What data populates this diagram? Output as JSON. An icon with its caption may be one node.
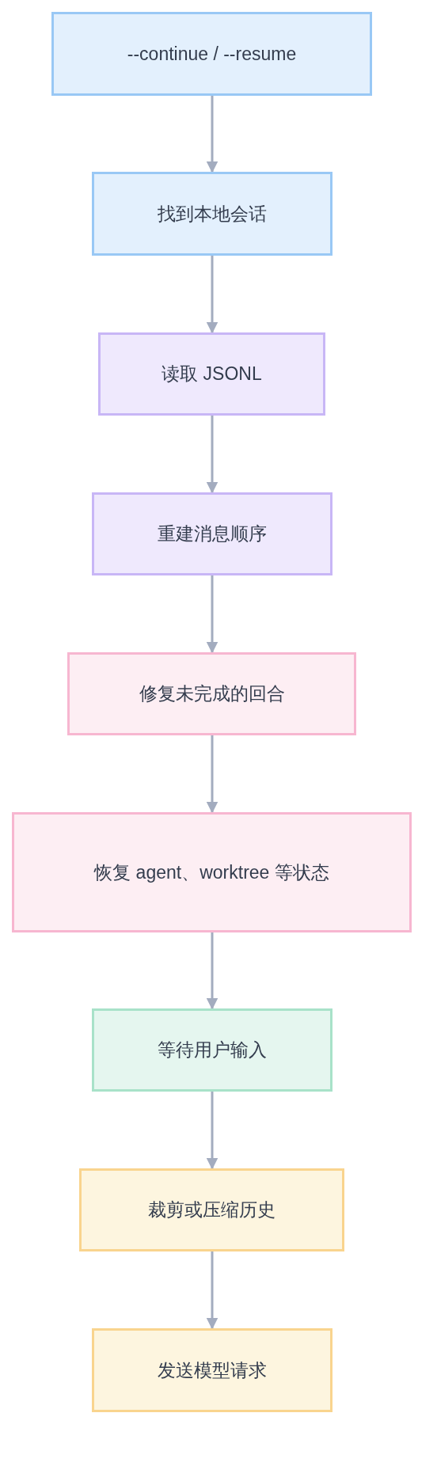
{
  "diagram": {
    "nodes": [
      {
        "text": [
          "--continue / --resume"
        ]
      },
      {
        "text": [
          "找到本地会话"
        ]
      },
      {
        "text": [
          "读取 JSONL"
        ]
      },
      {
        "text": [
          "重建消息顺序"
        ]
      },
      {
        "text": [
          "修复未完成的回合"
        ]
      },
      {
        "text": [
          "恢复 agent、worktree 等状态"
        ]
      },
      {
        "text": [
          "等待用户输入"
        ]
      },
      {
        "text": [
          "裁剪或压缩历史"
        ]
      },
      {
        "text": [
          "发送模型请求"
        ]
      }
    ],
    "edges": [
      {
        "from": 0,
        "to": 1,
        "arrow": "to"
      },
      {
        "from": 1,
        "to": 2,
        "arrow": "to"
      },
      {
        "from": 2,
        "to": 3,
        "arrow": "to"
      },
      {
        "from": 3,
        "to": 4,
        "arrow": "to"
      },
      {
        "from": 4,
        "to": 5,
        "arrow": "to"
      },
      {
        "from": 5,
        "to": 6,
        "arrow": "to"
      },
      {
        "from": 6,
        "to": 7,
        "arrow": "to"
      },
      {
        "from": 7,
        "to": 8,
        "arrow": "to"
      }
    ]
  }
}
